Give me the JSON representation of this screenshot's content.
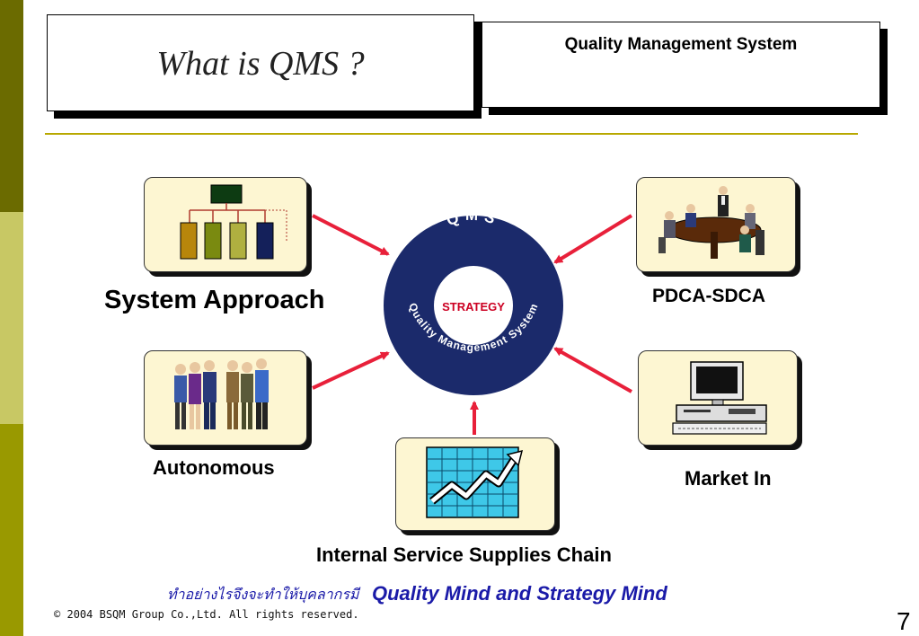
{
  "header": {
    "title": "What is QMS ?",
    "subtitle": "Quality Management System"
  },
  "center": {
    "ring_top": "QMS",
    "ring_bottom": "Quality Management System",
    "core_label": "STRATEGY",
    "ring_color": "#1b2a6b",
    "accent_color": "#cc0022"
  },
  "nodes": {
    "system_approach": "System Approach",
    "pdca": "PDCA-SDCA",
    "autonomous": "Autonomous",
    "market_in": "Market In",
    "internal_chain": "Internal Service Supplies Chain"
  },
  "footer": {
    "thai_text": "ทำอย่างไรจึงจะทำให้บุคลากรมี",
    "main_text": "Quality Mind and Strategy Mind",
    "copyright": "2004 BSQM Group Co.,Ltd.  All  rights  reserved.",
    "copyright_symbol": "©",
    "page_number": "7"
  },
  "colors": {
    "sidebar_dark": "#6b6b00",
    "sidebar_light": "#c8c864",
    "sidebar_mid": "#999900",
    "arrow": "#e8203a",
    "card_bg": "#fdf6d2",
    "footer_text": "#1a1aa8"
  }
}
